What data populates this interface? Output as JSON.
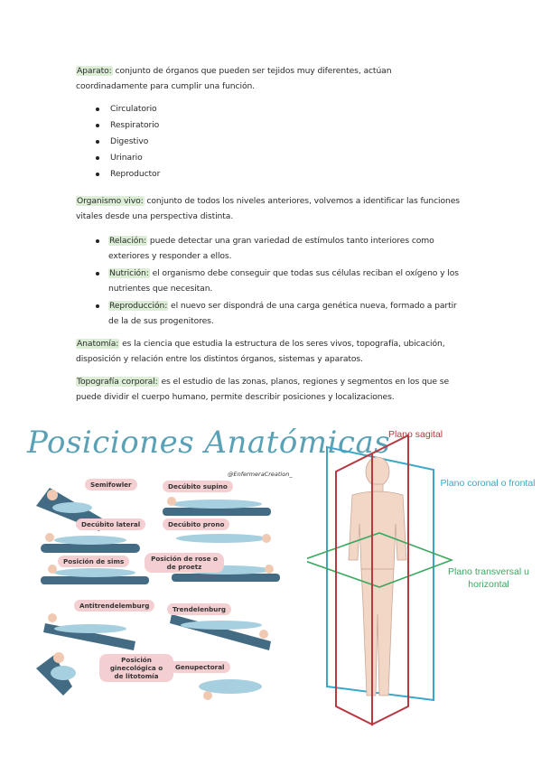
{
  "aparato": {
    "term": "Aparato:",
    "text": " conjunto de órganos que pueden ser tejidos muy diferentes, actúan coordinadamente para cumplir una función.",
    "items": [
      "Circulatorio",
      "Respiratorio",
      "Digestivo",
      "Urinario",
      "Reproductor"
    ]
  },
  "organismo": {
    "term": "Organismo vivo:",
    "text": " conjunto de todos los niveles anteriores, volvemos a identificar las funciones vitales desde una perspectiva distinta.",
    "items": [
      {
        "term": "Relación:",
        "text": " puede detectar una gran variedad de estímulos tanto interiores como exteriores y responder a ellos."
      },
      {
        "term": "Nutrición:",
        "text": " el organismo debe conseguir que todas sus células reciban el oxígeno y los nutrientes que necesitan."
      },
      {
        "term": "Reproducción:",
        "text": " el nuevo ser dispondrá de una carga genética nueva, formado a partir de la de sus progenitores."
      }
    ]
  },
  "anatomia": {
    "term": "Anatomía:",
    "text": " es la ciencia que estudia la estructura de los seres vivos, topografía, ubicación, disposición y relación entre los distintos órganos, sistemas y aparatos."
  },
  "topografia": {
    "term": "Topografía corporal:",
    "text": " es el estudio de las zonas, planos, regiones y segmentos en los que se puede dividir el cuerpo humano, permite describir posiciones y localizaciones."
  },
  "infographic": {
    "title": "Posiciones Anatómicas",
    "credit": "@EnfermeraCreation_",
    "positions": {
      "semifowler": "Semifowler",
      "supino": "Decúbito supino",
      "lateral": "Decúbito lateral",
      "prono": "Decúbito prono",
      "sims": "Posición de sims",
      "rose": "Posición de rose o de proetz",
      "antitrend": "Antitrendelemburg",
      "trend": "Trendelenburg",
      "gineco": "Posición ginecológica o de litotomía",
      "genu": "Genupectoral"
    }
  },
  "planes": {
    "sagital": "Plano sagital",
    "coronal": "Plano coronal o frontal",
    "transversal": "Plano transversal u horizontal"
  },
  "colors": {
    "highlight": "#dcefd6",
    "pill": "#f4cfd1",
    "title": "#5aa1b6",
    "sagital": "#b8393f",
    "coronal": "#3aa7c9",
    "transversal": "#3aa85f"
  }
}
